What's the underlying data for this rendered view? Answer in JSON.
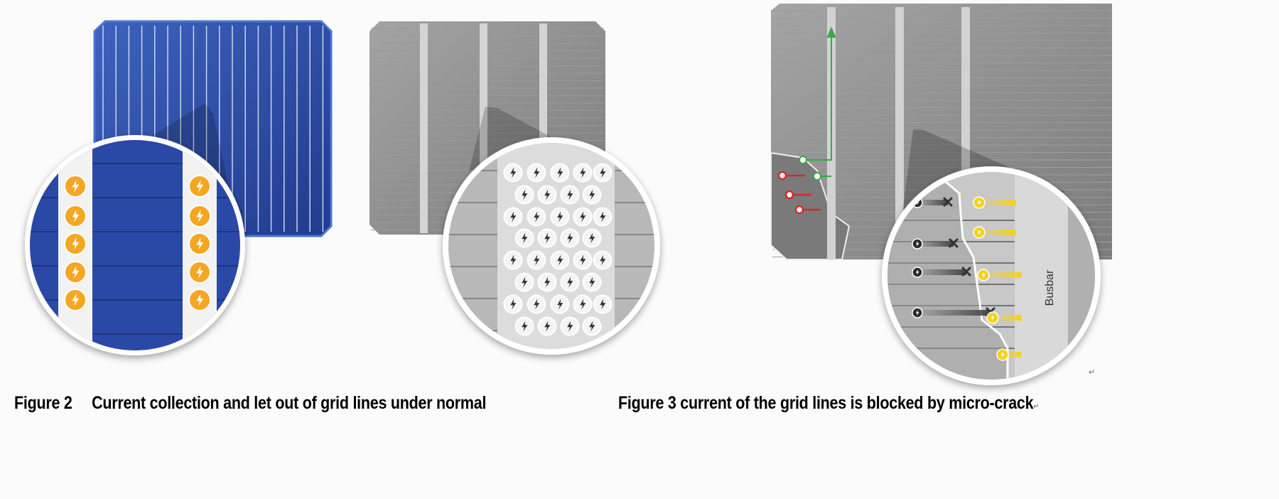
{
  "figures": [
    {
      "number": "Figure 2",
      "caption": "Current collection and let out of grid lines under normal"
    },
    {
      "number": "Figure 3",
      "caption": "current of the grid lines is blocked by micro-crack"
    }
  ],
  "labels": {
    "busbar": "Busbar"
  },
  "marks": {
    "paragraph": "↵"
  },
  "colors": {
    "cell_blue": "#2f4fa8",
    "cell_gray": "#8a8a8a",
    "current_orange": "#f5a623",
    "current_yellow": "#f2d21c",
    "blocked_red": "#d62828",
    "flow_green": "#3aa845"
  }
}
